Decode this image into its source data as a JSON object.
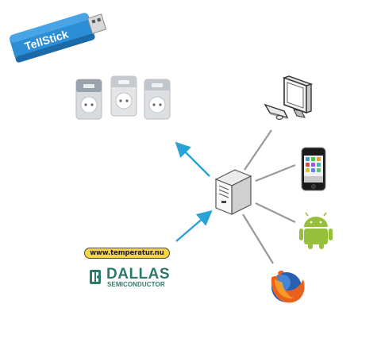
{
  "usb_stick": {
    "label": "TellStick"
  },
  "sensor": {
    "url_badge": "www.temperatur.nu"
  },
  "dallas": {
    "name": "DALLAS",
    "sub": "SEMICONDUCTOR"
  },
  "colors": {
    "arrow": "#29a3d6",
    "link": "#999999",
    "stick_blue": "#2b8ed6",
    "badge_yellow": "#f6d63d",
    "dallas_teal": "#2d7a6a"
  }
}
